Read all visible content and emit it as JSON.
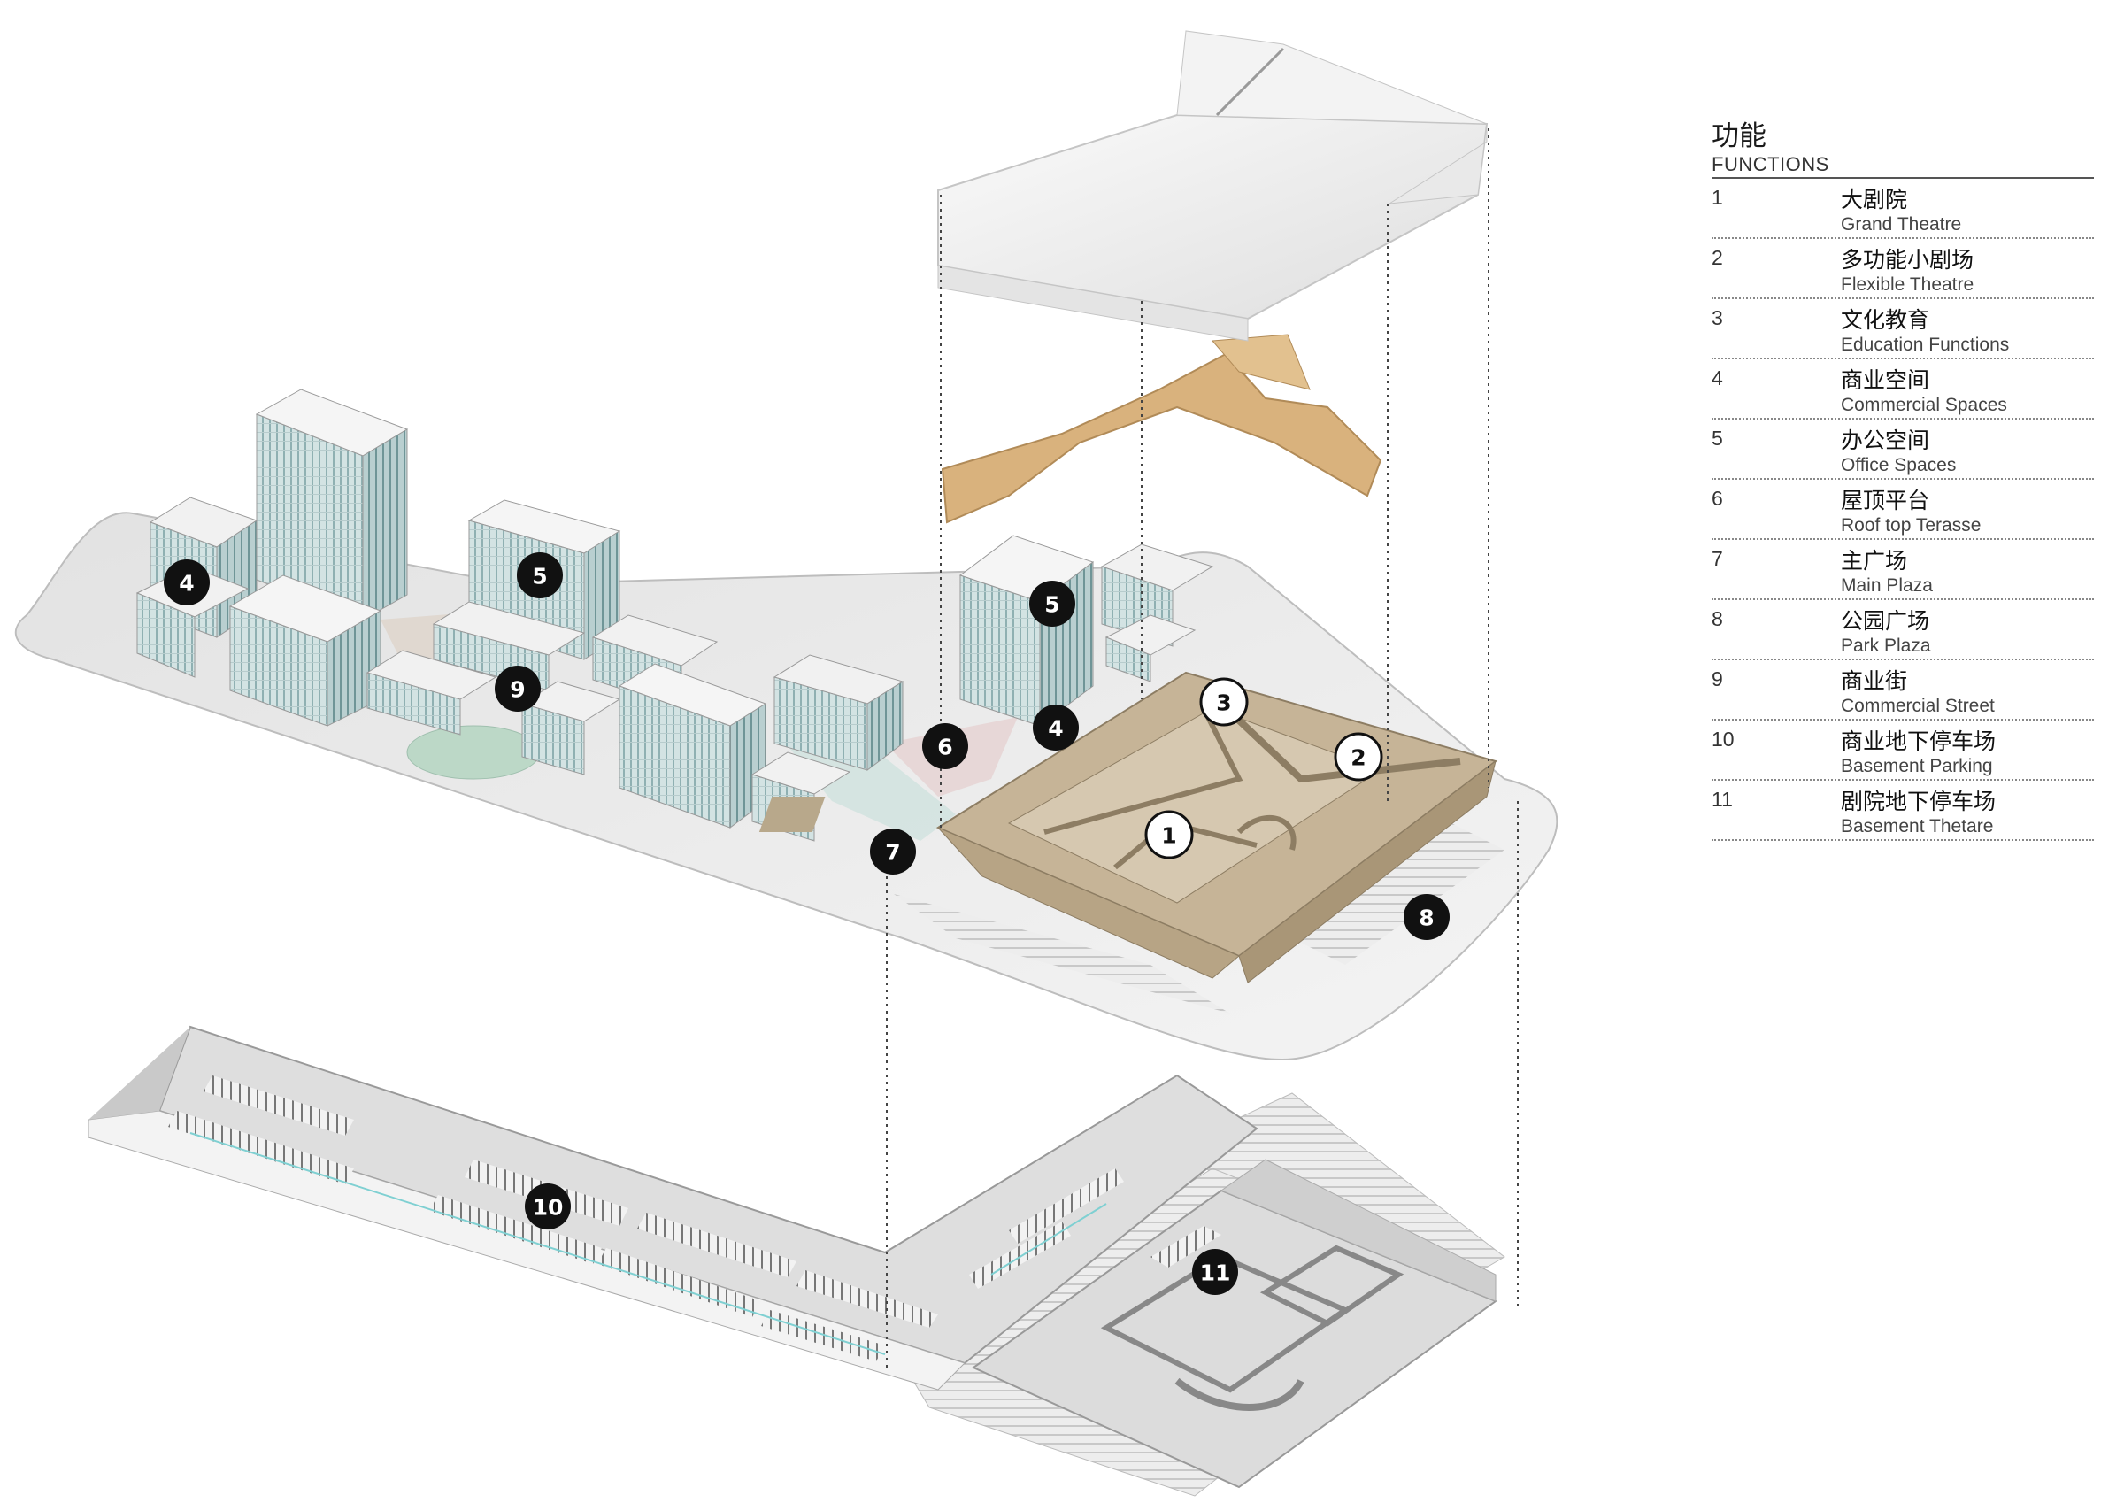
{
  "legend": {
    "title": "功能",
    "subtitle": "FUNCTIONS",
    "items": [
      {
        "num": "1",
        "cn": "大剧院",
        "en": "Grand Theatre"
      },
      {
        "num": "2",
        "cn": "多功能小剧场",
        "en": "Flexible Theatre"
      },
      {
        "num": "3",
        "cn": "文化教育",
        "en": "Education Functions"
      },
      {
        "num": "4",
        "cn": "商业空间",
        "en": "Commercial Spaces"
      },
      {
        "num": "5",
        "cn": "办公空间",
        "en": "Office Spaces"
      },
      {
        "num": "6",
        "cn": "屋顶平台",
        "en": "Roof top Terasse"
      },
      {
        "num": "7",
        "cn": "主广场",
        "en": "Main Plaza"
      },
      {
        "num": "8",
        "cn": "公园广场",
        "en": "Park Plaza"
      },
      {
        "num": "9",
        "cn": "商业街",
        "en": "Commercial Street"
      },
      {
        "num": "10",
        "cn": "商业地下停车场",
        "en": "Basement Parking"
      },
      {
        "num": "11",
        "cn": "剧院地下停车场",
        "en": "Basement Thetare"
      }
    ]
  },
  "markers": [
    {
      "label": "4",
      "style": "dark"
    },
    {
      "label": "5",
      "style": "dark"
    },
    {
      "label": "9",
      "style": "dark"
    },
    {
      "label": "5",
      "style": "dark"
    },
    {
      "label": "4",
      "style": "dark"
    },
    {
      "label": "6",
      "style": "dark"
    },
    {
      "label": "7",
      "style": "dark"
    },
    {
      "label": "3",
      "style": "light"
    },
    {
      "label": "2",
      "style": "light"
    },
    {
      "label": "1",
      "style": "light"
    },
    {
      "label": "8",
      "style": "dark"
    },
    {
      "label": "10",
      "style": "dark"
    },
    {
      "label": "11",
      "style": "dark"
    }
  ],
  "colors": {
    "site": "#ececec",
    "tower": "#cfe0e0",
    "theatre": "#c9b79a",
    "roof": "#f6f6f6",
    "timber": "#d8b27e",
    "plaza_green": "#bcd8c7",
    "basement": "#e4e4e4"
  }
}
